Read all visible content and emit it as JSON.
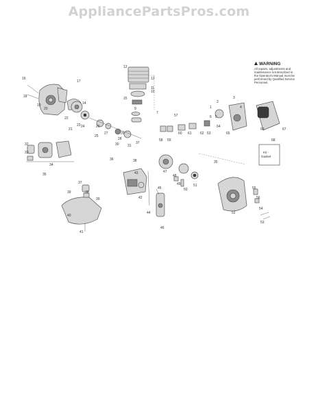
{
  "watermark": "AppliancePartsPros.com",
  "warning": {
    "title": "WARNING",
    "lines": [
      "All repairs, adjustments and",
      "maintenance not described in",
      "the Operator's Manual must be",
      "performed by Qualified Service",
      "Personnel."
    ]
  },
  "kit_box": {
    "line1": "Kit -",
    "line2": "Gasket"
  },
  "callouts": {
    "c1": "1",
    "c2": "2",
    "c3": "3",
    "c4": "4",
    "c5": "5",
    "c6": "6",
    "c7": "7",
    "c9": "9",
    "c10": "10",
    "c11": "11",
    "c12": "12",
    "c13": "13",
    "c14": "14",
    "c15": "15",
    "c16": "16",
    "c17": "17",
    "c18": "18",
    "c19": "19",
    "c20": "20",
    "c21": "21",
    "c22": "22",
    "c23": "23",
    "c24": "24",
    "c25": "25",
    "c26": "26",
    "c27": "27",
    "c28": "28",
    "c29": "29",
    "c30": "30",
    "c31": "31",
    "c32": "32",
    "c33": "33",
    "c34": "34",
    "c35": "35",
    "c36": "36",
    "c37": "37",
    "c38": "38",
    "c39": "39",
    "c40": "40",
    "c41": "41",
    "c42": "42",
    "c43": "43",
    "c44": "44",
    "c45": "45",
    "c46": "46",
    "c47": "47",
    "c48": "48",
    "c49": "49",
    "c50": "50",
    "c51": "51",
    "c52": "52",
    "c53": "53",
    "c54": "54",
    "c55": "55",
    "c56": "56",
    "c57": "57",
    "c58": "58",
    "c59": "59",
    "c60": "60",
    "c61": "61",
    "c62": "62",
    "c63": "63",
    "c64": "64",
    "c65": "65",
    "c66": "66",
    "c67": "67",
    "c68": "68"
  }
}
